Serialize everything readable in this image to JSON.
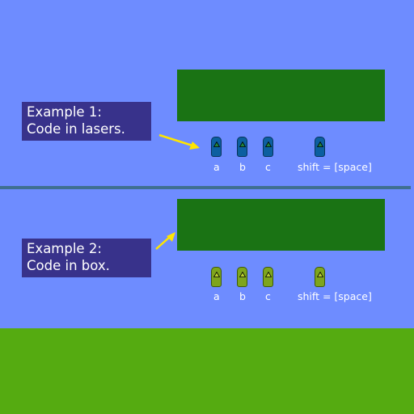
{
  "examples": [
    {
      "title": "Example 1:",
      "subtitle": "Code in lasers.",
      "key_style": "blue",
      "keys": [
        {
          "label": "a"
        },
        {
          "label": "b"
        },
        {
          "label": "c"
        },
        {
          "label": "shift = [space]"
        }
      ]
    },
    {
      "title": "Example 2:",
      "subtitle": "Code in box.",
      "key_style": "green",
      "keys": [
        {
          "label": "a"
        },
        {
          "label": "b"
        },
        {
          "label": "c"
        },
        {
          "label": "shift = [space]"
        }
      ]
    }
  ],
  "colors": {
    "sky": "#6e8cff",
    "ground": "#55ab11",
    "screen": "#1a7314",
    "label_box": "#38328b",
    "arrow": "#ffe600",
    "key_blue": "#0c5fa0",
    "key_green": "#7ea51d"
  },
  "icons": {
    "key_glyph": "triangle-icon",
    "pointer": "arrow-icon"
  }
}
